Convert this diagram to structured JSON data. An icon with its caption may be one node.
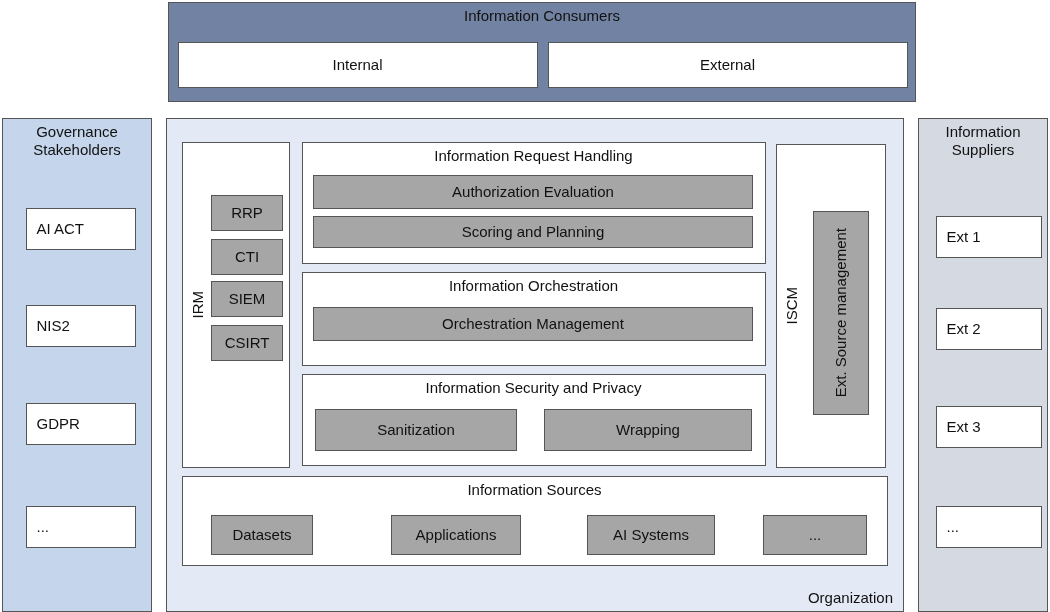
{
  "diagram": {
    "nodes": [
      {
        "text": [
          "Information Consumers"
        ]
      },
      {
        "text": [
          "Internal"
        ],
        "in": 0
      },
      {
        "text": [
          "External"
        ],
        "in": 0
      },
      {
        "text": [
          "Governance Stakeholders"
        ]
      },
      {
        "text": [
          "AI ACT"
        ],
        "in": 3
      },
      {
        "text": [
          "NIS2"
        ],
        "in": 3
      },
      {
        "text": [
          "GDPR"
        ],
        "in": 3
      },
      {
        "text": [
          "..."
        ],
        "in": 3
      },
      {
        "text": [
          "Organization"
        ]
      },
      {
        "text": [
          "IRM"
        ],
        "in": 8
      },
      {
        "text": [
          "RRP"
        ],
        "in": 9
      },
      {
        "text": [
          "CTI"
        ],
        "in": 9
      },
      {
        "text": [
          "SIEM"
        ],
        "in": 9
      },
      {
        "text": [
          "CSIRT"
        ],
        "in": 9
      },
      {
        "text": [
          "Information Request Handling"
        ],
        "in": 8
      },
      {
        "text": [
          "Authorization Evaluation"
        ],
        "in": 14
      },
      {
        "text": [
          "Scoring and Planning"
        ],
        "in": 14
      },
      {
        "text": [
          "Information Orchestration"
        ],
        "in": 8
      },
      {
        "text": [
          "Orchestration Management"
        ],
        "in": 17
      },
      {
        "text": [
          "Information Security and Privacy"
        ],
        "in": 8
      },
      {
        "text": [
          "Sanitization"
        ],
        "in": 19
      },
      {
        "text": [
          "Wrapping"
        ],
        "in": 19
      },
      {
        "text": [
          "ISCM"
        ],
        "in": 8
      },
      {
        "text": [
          "Ext. Source management"
        ],
        "in": 22
      },
      {
        "text": [
          "Information Sources"
        ],
        "in": 8
      },
      {
        "text": [
          "Datasets"
        ],
        "in": 24
      },
      {
        "text": [
          "Applications"
        ],
        "in": 24
      },
      {
        "text": [
          "AI Systems"
        ],
        "in": 24
      },
      {
        "text": [
          "..."
        ],
        "in": 24
      },
      {
        "text": [
          "Information Suppliers"
        ]
      },
      {
        "text": [
          "Ext 1"
        ],
        "in": 29
      },
      {
        "text": [
          "Ext 2"
        ],
        "in": 29
      },
      {
        "text": [
          "Ext 3"
        ],
        "in": 29
      },
      {
        "text": [
          "..."
        ],
        "in": 29
      }
    ]
  }
}
